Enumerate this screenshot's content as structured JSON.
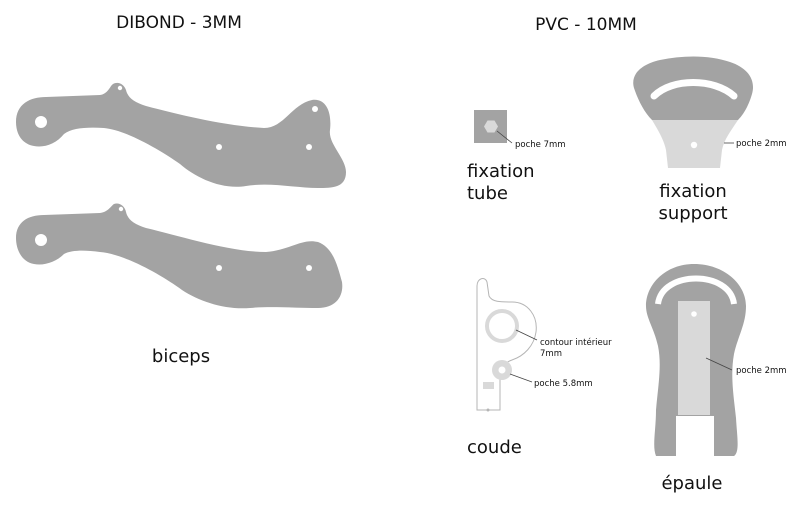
{
  "sections": {
    "dibond": "DIBOND - 3MM",
    "pvc": "PVC - 10MM"
  },
  "parts": {
    "biceps": "biceps",
    "fixation_tube": {
      "line1": "fixation",
      "line2": "tube"
    },
    "fixation_support": {
      "line1": "fixation",
      "line2": "support"
    },
    "coude": "coude",
    "epaule": "épaule"
  },
  "annotations": {
    "poche_7mm": "poche 7mm",
    "poche_2mm_support": "poche 2mm",
    "contour_interieur": {
      "line1": "contour intérieur",
      "line2": "7mm"
    },
    "poche_5_8mm": "poche 5.8mm",
    "poche_2mm_epaule": "poche 2mm"
  },
  "colors": {
    "part_fill": "#a3a3a3",
    "pocket_fill": "#d9d9d9",
    "outline": "#b5b5b5",
    "text": "#111111"
  }
}
